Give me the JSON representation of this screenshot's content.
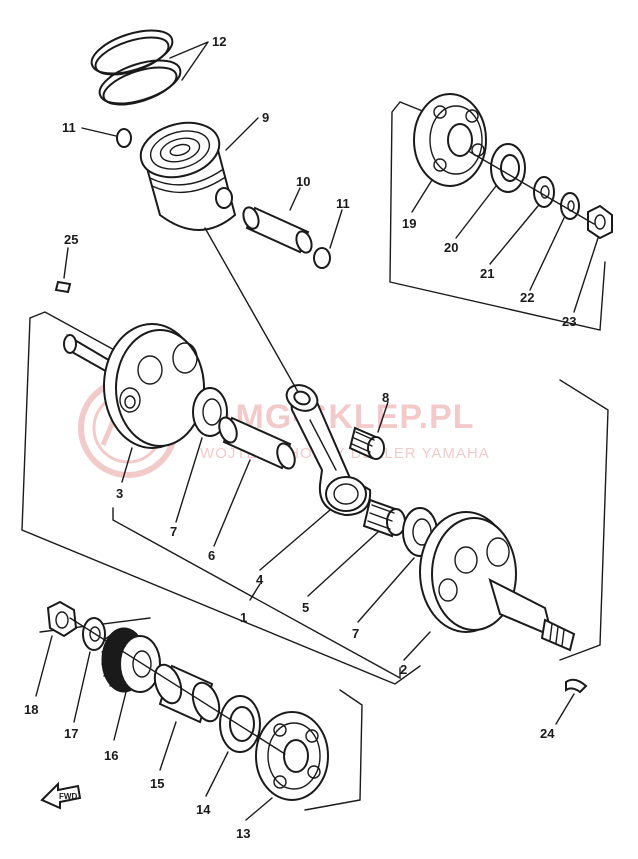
{
  "watermark": {
    "brand": "AMG-SKLEP.PL",
    "subtitle": "WOJTEK – HOKEY DEALER YAMAHA",
    "color": "#e38b8b"
  },
  "fwd_marker": "FWD",
  "callouts": {
    "c1": "1",
    "c2": "2",
    "c3": "3",
    "c4": "4",
    "c5": "5",
    "c6": "6",
    "c7a": "7",
    "c7b": "7",
    "c8": "8",
    "c9": "9",
    "c10": "10",
    "c11a": "11",
    "c11b": "11",
    "c12": "12",
    "c13": "13",
    "c14": "14",
    "c15": "15",
    "c16": "16",
    "c17": "17",
    "c18": "18",
    "c19": "19",
    "c20": "20",
    "c21": "21",
    "c22": "22",
    "c23": "23",
    "c24": "24",
    "c25": "25"
  },
  "icons": {
    "watermark_logo": "circular-brand-logo",
    "fwd": "forward-arrow-icon"
  }
}
